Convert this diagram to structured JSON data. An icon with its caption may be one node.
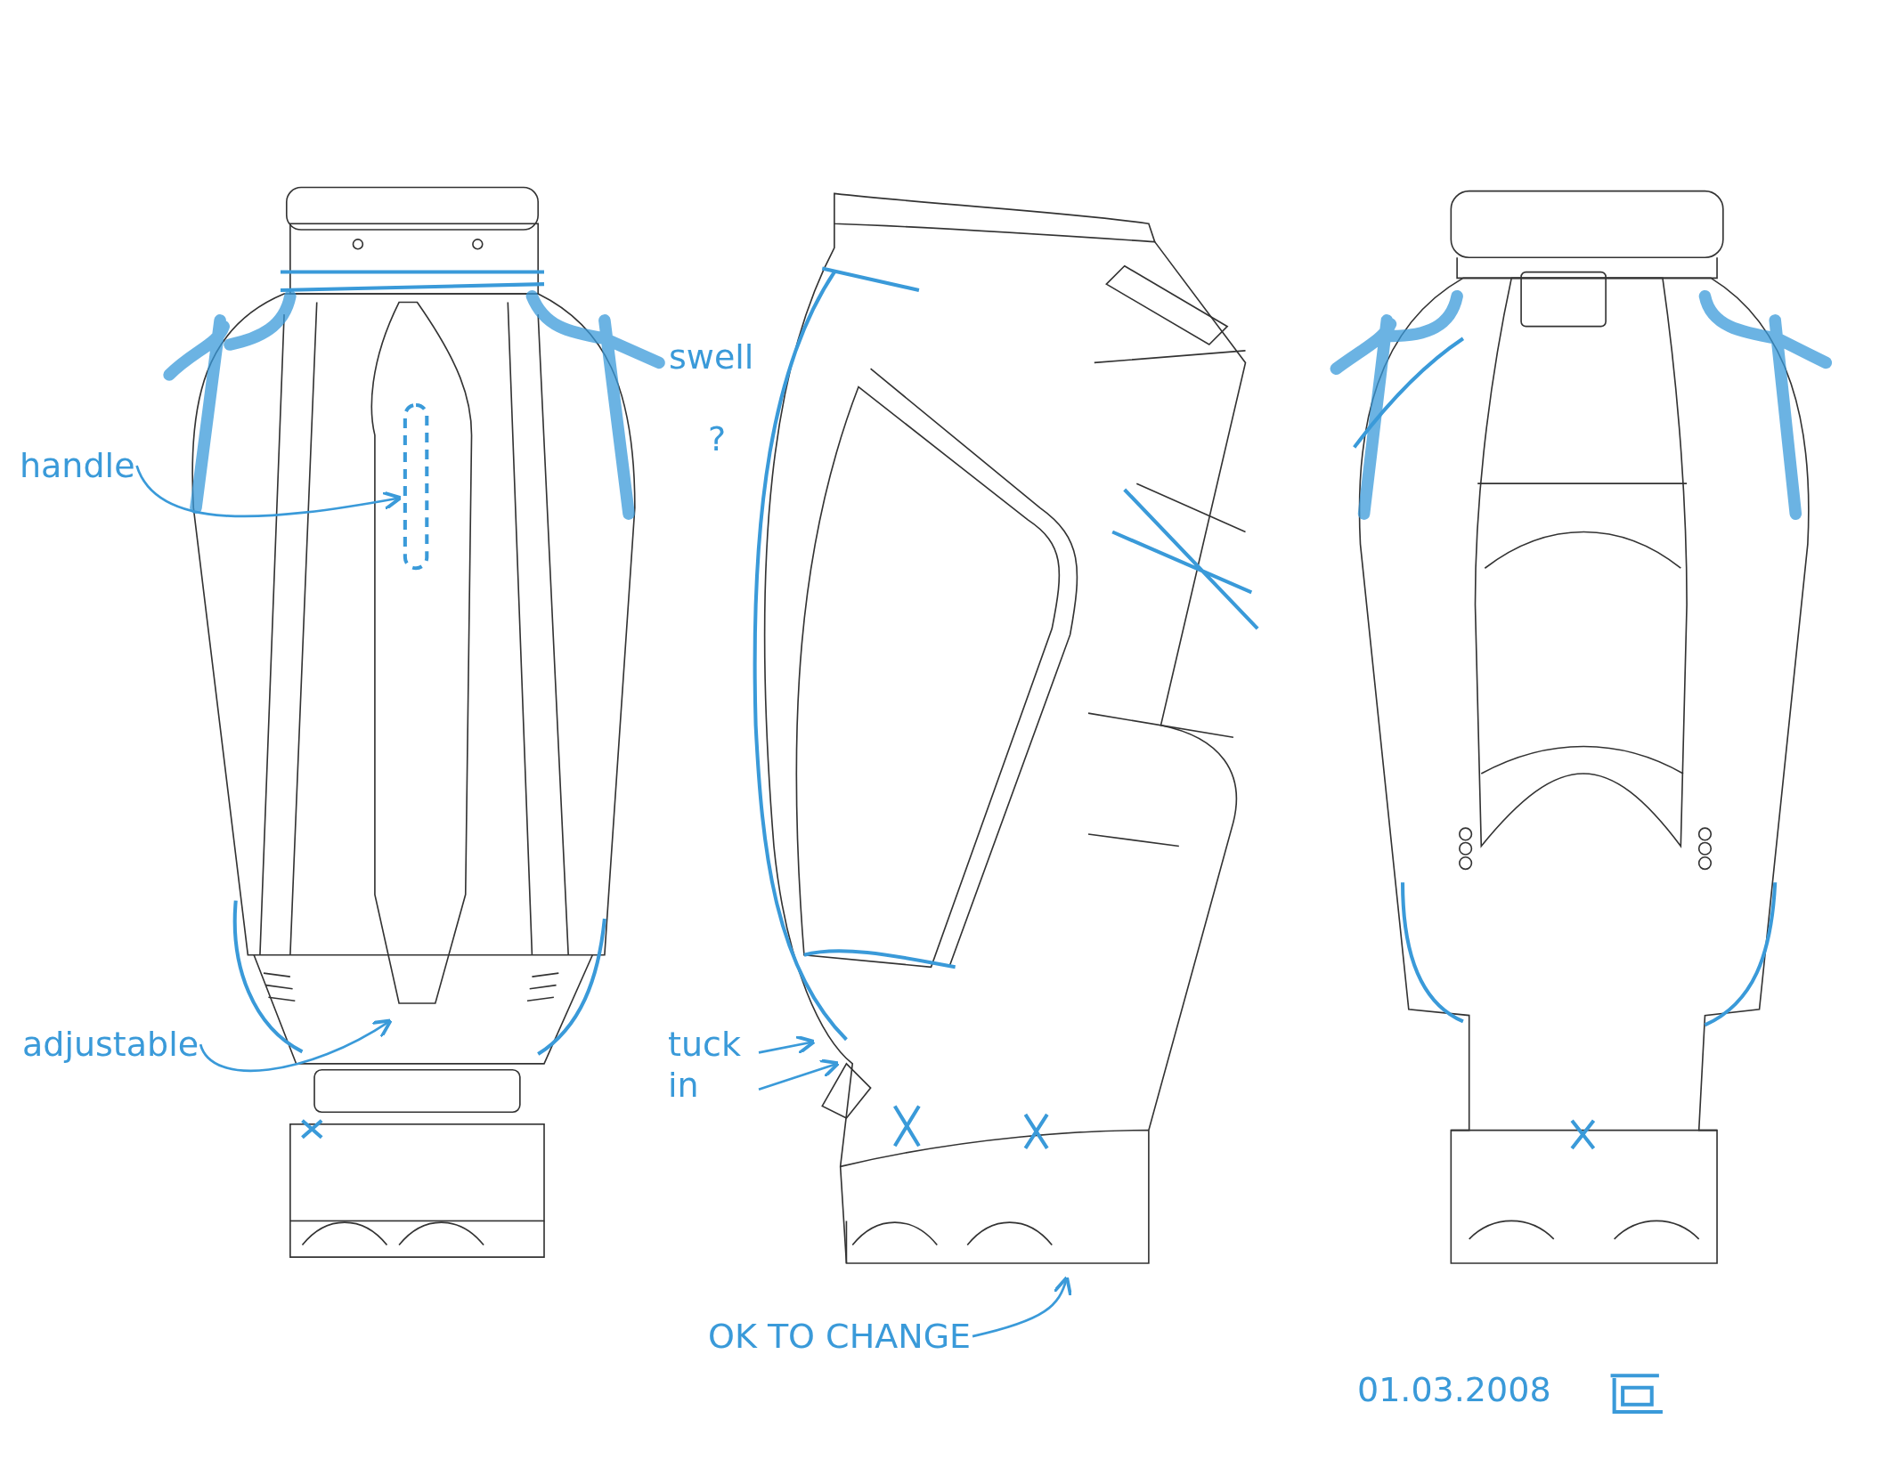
{
  "diagram": {
    "nodes": [
      {
        "text": [
          "handle"
        ]
      },
      {
        "text": [
          "adjustable"
        ]
      },
      {
        "text": [
          "tuck in"
        ]
      },
      {
        "text": [
          "OK TO CHANGE"
        ]
      }
    ],
    "edges": [
      {
        "from": 0,
        "to": null,
        "arrow": "to"
      },
      {
        "from": 1,
        "to": null,
        "arrow": "to"
      },
      {
        "from": 2,
        "to": null,
        "arrow": "to"
      },
      {
        "from": 2,
        "to": null,
        "arrow": "to"
      },
      {
        "from": 3,
        "to": null,
        "arrow": "to"
      }
    ],
    "labels": [
      "swell",
      "?",
      "01.03.2008"
    ]
  }
}
